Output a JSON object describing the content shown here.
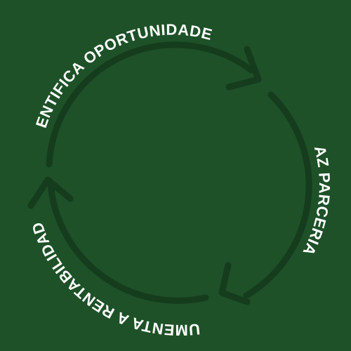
{
  "diagram": {
    "steps": [
      {
        "id": "identifica",
        "label": "IDENTIFICA OPORTUNIDADES"
      },
      {
        "id": "faz",
        "label": "FAZ PARCERIAS"
      },
      {
        "id": "aumenta",
        "label": "AUMENTA A RENTABILIDADE"
      }
    ]
  },
  "colors": {
    "background": "#1e5128",
    "arrow": "#153c1c",
    "text": "#ffffff"
  },
  "icons": {
    "arrowhead": "chevron-arrowhead-icon"
  }
}
